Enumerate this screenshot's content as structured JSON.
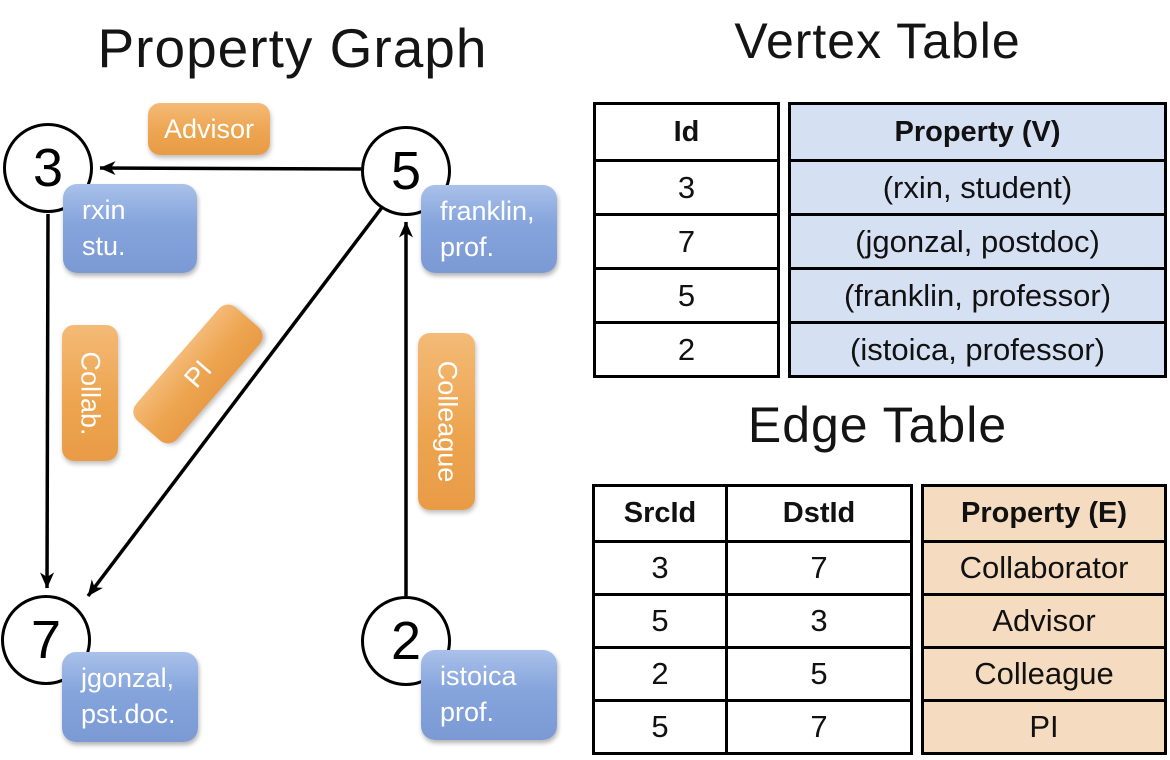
{
  "graph": {
    "title": "Property Graph",
    "nodes": [
      {
        "id": "3",
        "lines": [
          "rxin",
          "stu."
        ]
      },
      {
        "id": "5",
        "lines": [
          "franklin,",
          "prof."
        ]
      },
      {
        "id": "7",
        "lines": [
          "jgonzal,",
          "pst.doc."
        ]
      },
      {
        "id": "2",
        "lines": [
          "istoica",
          "prof."
        ]
      }
    ],
    "edge_labels": [
      {
        "text": "Advisor"
      },
      {
        "text": "Collab."
      },
      {
        "text": "PI"
      },
      {
        "text": "Colleague"
      }
    ]
  },
  "vertex_table": {
    "title": "Vertex Table",
    "columns": [
      "Id",
      "Property (V)"
    ],
    "rows": [
      [
        "3",
        "(rxin, student)"
      ],
      [
        "7",
        "(jgonzal, postdoc)"
      ],
      [
        "5",
        "(franklin, professor)"
      ],
      [
        "2",
        "(istoica, professor)"
      ]
    ]
  },
  "edge_table": {
    "title": "Edge Table",
    "columns": [
      "SrcId",
      "DstId",
      "Property (E)"
    ],
    "rows": [
      [
        "3",
        "7",
        "Collaborator"
      ],
      [
        "5",
        "3",
        "Advisor"
      ],
      [
        "2",
        "5",
        "Colleague"
      ],
      [
        "5",
        "7",
        "PI"
      ]
    ]
  },
  "colors": {
    "vertex_box_fill": "#85a4dc",
    "edge_label_fill": "#eda550",
    "vertex_cell_fill": "#d5e0f2",
    "edge_cell_fill": "#f5dcc1",
    "line_color": "#000000"
  }
}
